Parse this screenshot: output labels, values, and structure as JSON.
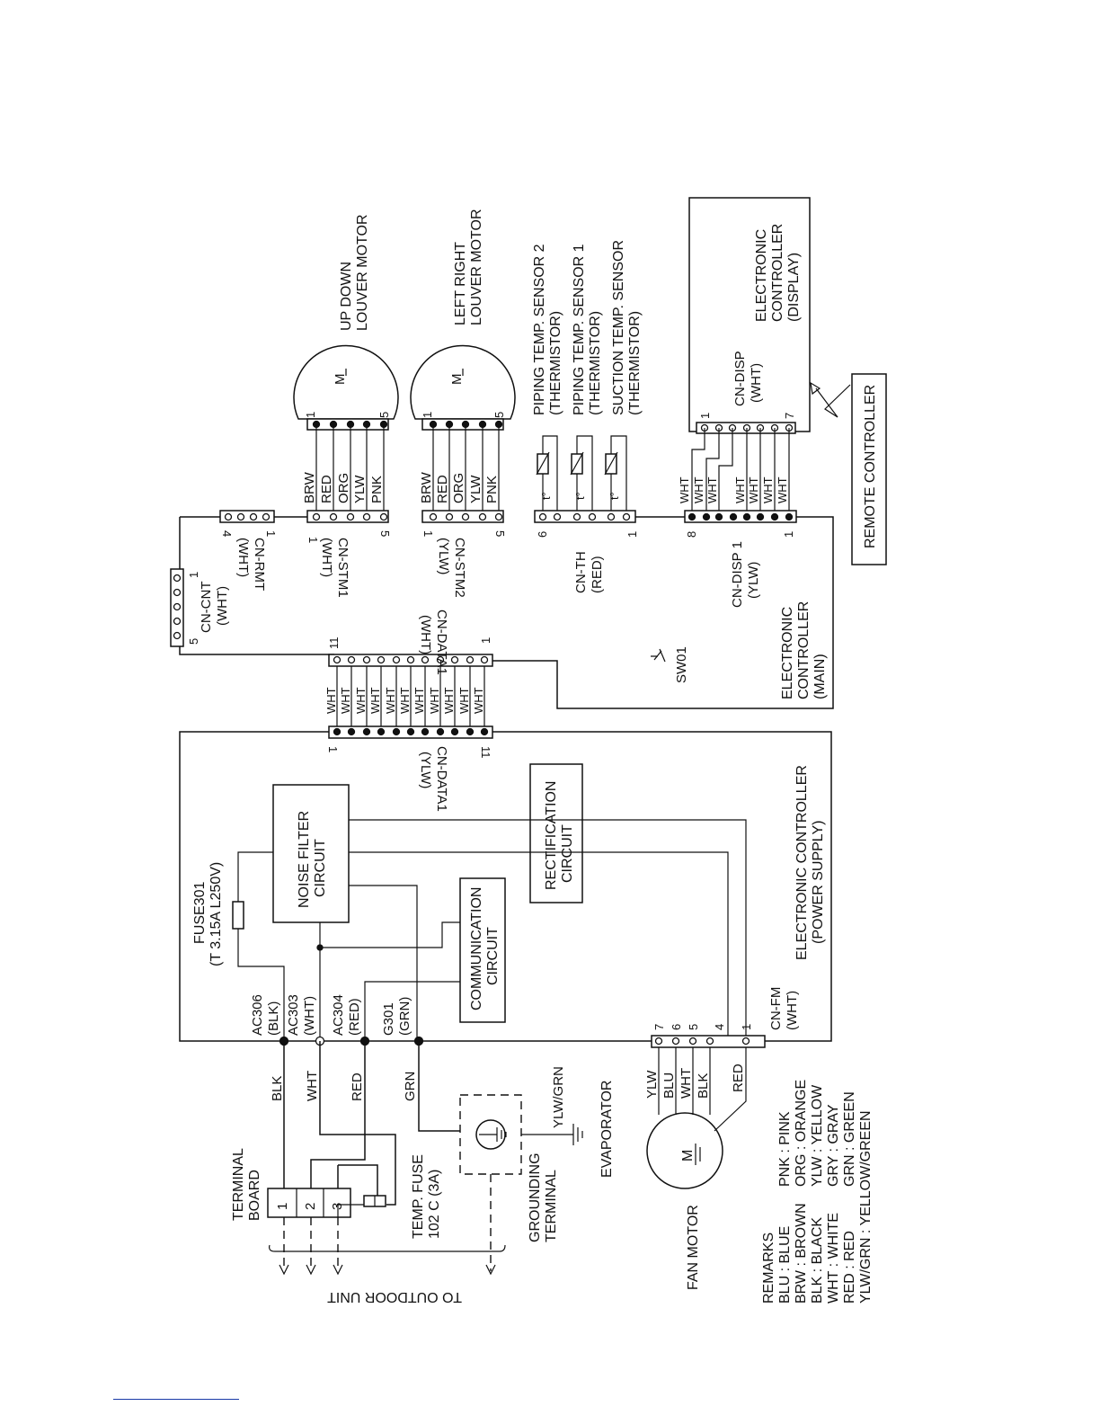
{
  "labels": {
    "up_down_motor_1": "UP DOWN",
    "up_down_motor_2": "LOUVER MOTOR",
    "left_right_motor_1": "LEFT RIGHT",
    "left_right_motor_2": "LOUVER MOTOR",
    "piping_sensor2_1": "PIPING TEMP. SENSOR 2",
    "piping_sensor2_2": "(THERMISTOR)",
    "piping_sensor1_1": "PIPING TEMP. SENSOR 1",
    "piping_sensor1_2": "(THERMISTOR)",
    "suction_sensor_1": "SUCTION TEMP. SENSOR",
    "suction_sensor_2": "(THERMISTOR)",
    "display_1": "ELECTRONIC",
    "display_2": "CONTROLLER",
    "display_3": "(DISPLAY)",
    "cn_disp_1": "CN-DISP",
    "cn_disp_2": "(WHT)",
    "remote_controller": "REMOTE CONTROLLER",
    "cn_rmt_1": "CN-RMT",
    "cn_rmt_2": "(WHT)",
    "cn_stm1_1": "CN-STM1",
    "cn_stm1_2": "(WHT)",
    "cn_stm2_1": "CN-STM2",
    "cn_stm2_2": "(YLW)",
    "cn_th_1": "CN-TH",
    "cn_th_2": "(RED)",
    "cn_disp1_1": "CN-DISP 1",
    "cn_disp1_2": "(YLW)",
    "cn_cnt_1": "CN-CNT",
    "cn_cnt_2": "(WHT)",
    "cn_data1_top_1": "CN-DATA1",
    "cn_data1_top_2": "(WHT)",
    "cn_data1_bot_1": "CN-DATA1",
    "cn_data1_bot_2": "(YLW)",
    "sw01": "SW01",
    "main_1": "ELECTRONIC",
    "main_2": "CONTROLLER",
    "main_3": "(MAIN)",
    "noise_1": "NOISE FILTER",
    "noise_2": "CIRCUIT",
    "rect_1": "RECTIFICATION",
    "rect_2": "CIRCUIT",
    "comm_1": "COMMUNICATION",
    "comm_2": "CIRCUIT",
    "fuse301_1": "FUSE301",
    "fuse301_2": "(T 3.15A L250V)",
    "power_1": "ELECTRONIC CONTROLLER",
    "power_2": "(POWER SUPPLY)",
    "ac306_1": "AC306",
    "ac306_2": "(BLK)",
    "ac303_1": "AC303",
    "ac303_2": "(WHT)",
    "ac304_1": "AC304",
    "ac304_2": "(RED)",
    "g301_1": "G301",
    "g301_2": "(GRN)",
    "cn_fm_1": "CN-FM",
    "cn_fm_2": "(WHT)",
    "wire_blk": "BLK",
    "wire_wht": "WHT",
    "wire_red": "RED",
    "wire_grn": "GRN",
    "ylw_grn": "YLW/GRN",
    "evaporator": "EVAPORATOR",
    "terminal_board_1": "TERMINAL",
    "terminal_board_2": "BOARD",
    "temp_fuse_1": "TEMP. FUSE",
    "temp_fuse_2": "102 C (3A)",
    "grounding_1": "GROUNDING",
    "grounding_2": "TERMINAL",
    "to_outdoor": "TO OUTDOOR UNIT",
    "fan_motor": "FAN MOTOR",
    "motor_symbol": "M"
  },
  "stm_colors": [
    "BRW",
    "RED",
    "ORG",
    "YLW",
    "PNK"
  ],
  "fan_colors": [
    "YLW",
    "BLU",
    "WHT",
    "BLK",
    "RED"
  ],
  "fan_pins": [
    "7",
    "6",
    "5",
    "4",
    "1"
  ],
  "disp_wire": "WHT",
  "data_wire": "WHT",
  "terminal_numbers": [
    "1",
    "2",
    "3"
  ],
  "pin_numbers": {
    "one": "1",
    "four": "4",
    "five": "5",
    "six": "6",
    "seven": "7",
    "eight": "8",
    "eleven": "11"
  },
  "remarks_title": "REMARKS",
  "remarks_left": [
    "BLU : BLUE",
    "BRW : BROWN",
    "BLK : BLACK",
    "WHT : WHITE",
    "RED : RED",
    "YLW/GRN : YELLOW/GREEN"
  ],
  "remarks_right": [
    "PNK : PINK",
    "ORG : ORANGE",
    "YLW : YELLOW",
    "GRY : GRAY",
    "GRN : GREEN"
  ]
}
